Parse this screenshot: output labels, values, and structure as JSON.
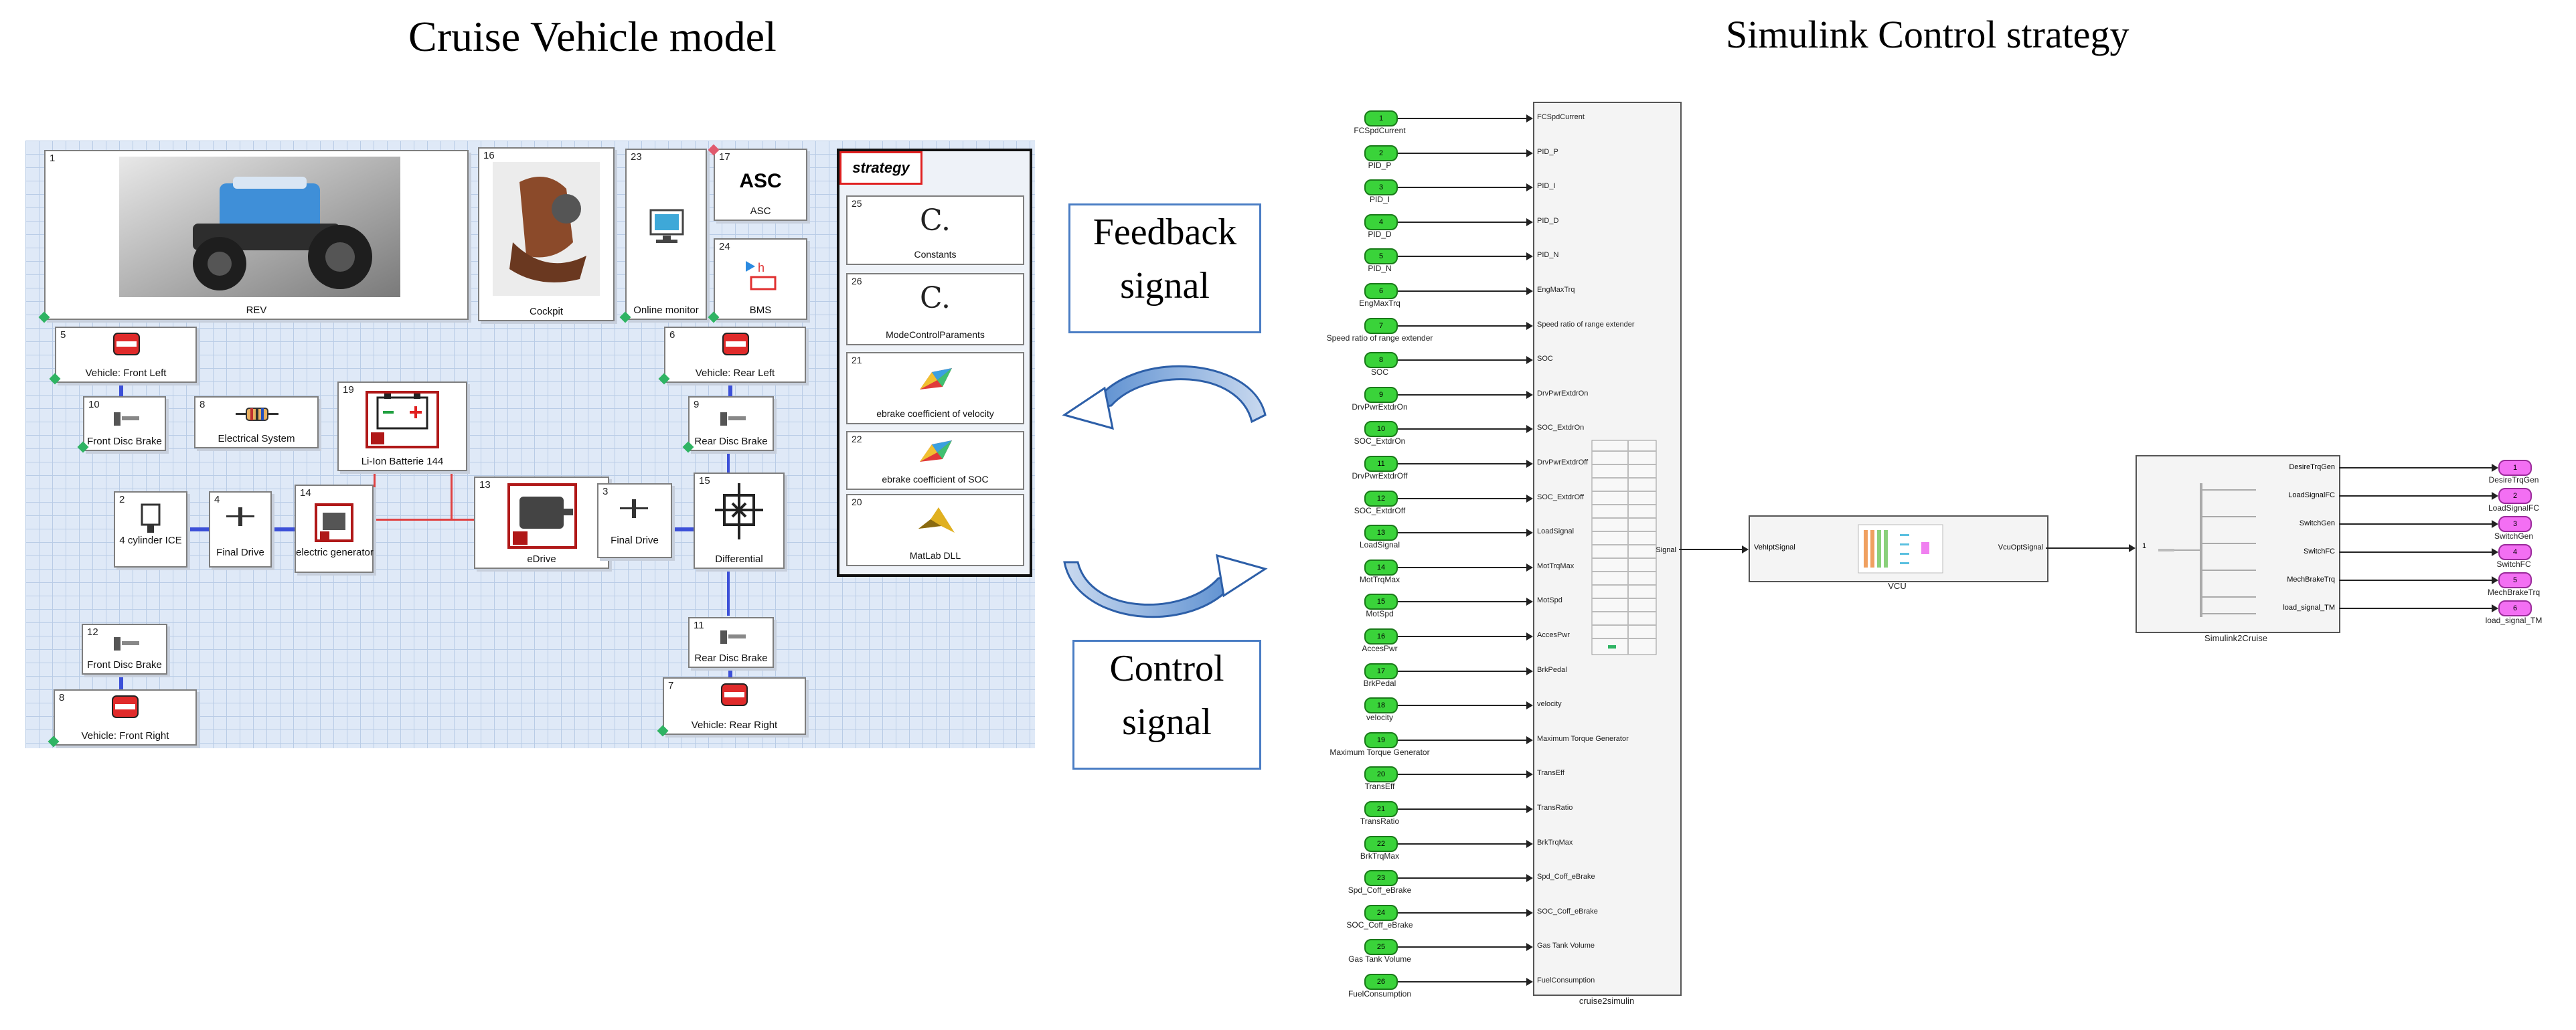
{
  "titles": {
    "left": "Cruise Vehicle model",
    "right": "Simulink Control strategy"
  },
  "cruise_blocks": [
    {
      "id": "rev",
      "num": "1",
      "label": "REV"
    },
    {
      "id": "cockpit",
      "num": "16",
      "label": "Cockpit"
    },
    {
      "id": "online-monitor",
      "num": "23",
      "label": "Online monitor"
    },
    {
      "id": "asc",
      "num": "17",
      "label": "ASC",
      "symbol": "ASC"
    },
    {
      "id": "bms",
      "num": "24",
      "label": "BMS"
    },
    {
      "id": "vehicle-front-left",
      "num": "5",
      "label": "Vehicle: Front Left"
    },
    {
      "id": "front-disc-brake-top",
      "num": "10",
      "label": "Front Disc Brake"
    },
    {
      "id": "electrical-system",
      "num": "8",
      "label": "Electrical System"
    },
    {
      "id": "li-ion-batterie",
      "num": "19",
      "label": "Li-Ion Batterie 144"
    },
    {
      "id": "vehicle-rear-left",
      "num": "6",
      "label": "Vehicle: Rear Left"
    },
    {
      "id": "rear-disc-brake-top",
      "num": "9",
      "label": "Rear Disc Brake"
    },
    {
      "id": "ice",
      "num": "2",
      "label": "4 cylinder ICE"
    },
    {
      "id": "final-drive-left",
      "num": "4",
      "label": "Final Drive"
    },
    {
      "id": "electric-generator",
      "num": "14",
      "label": "electric generator"
    },
    {
      "id": "edrive",
      "num": "13",
      "label": "eDrive"
    },
    {
      "id": "final-drive-right",
      "num": "3",
      "label": "Final Drive"
    },
    {
      "id": "differential",
      "num": "15",
      "label": "Differential"
    },
    {
      "id": "front-disc-brake-bottom",
      "num": "12",
      "label": "Front Disc Brake"
    },
    {
      "id": "vehicle-front-right",
      "num": "8",
      "label": "Vehicle: Front Right"
    },
    {
      "id": "rear-disc-brake-bottom",
      "num": "11",
      "label": "Rear Disc Brake"
    },
    {
      "id": "vehicle-rear-right",
      "num": "7",
      "label": "Vehicle: Rear Right"
    }
  ],
  "strategy": {
    "title": "strategy",
    "items": [
      {
        "num": "25",
        "label": "Constants",
        "symbol": "C."
      },
      {
        "num": "26",
        "label": "ModeControlParaments",
        "symbol": "C."
      },
      {
        "num": "21",
        "label": "ebrake coefficient of velocity"
      },
      {
        "num": "22",
        "label": "ebrake coefficient of SOC"
      },
      {
        "num": "20",
        "label": "MatLab DLL"
      }
    ]
  },
  "signals": {
    "feedback": [
      "Feedback",
      "signal"
    ],
    "control": [
      "Control",
      "signal"
    ]
  },
  "simulink": {
    "inports": [
      {
        "num": "1",
        "label": "FCSpdCurrent",
        "port": "FCSpdCurrent"
      },
      {
        "num": "2",
        "label": "PID_P",
        "port": "PID_P"
      },
      {
        "num": "3",
        "label": "PID_I",
        "port": "PID_I"
      },
      {
        "num": "4",
        "label": "PID_D",
        "port": "PID_D"
      },
      {
        "num": "5",
        "label": "PID_N",
        "port": "PID_N"
      },
      {
        "num": "6",
        "label": "EngMaxTrq",
        "port": "EngMaxTrq"
      },
      {
        "num": "7",
        "label": "Speed ratio of range extender",
        "port": "Speed ratio of range extender"
      },
      {
        "num": "8",
        "label": "SOC",
        "port": "SOC"
      },
      {
        "num": "9",
        "label": "DrvPwrExtdrOn",
        "port": "DrvPwrExtdrOn"
      },
      {
        "num": "10",
        "label": "SOC_ExtdrOn",
        "port": "SOC_ExtdrOn"
      },
      {
        "num": "11",
        "label": "DrvPwrExtdrOff",
        "port": "DrvPwrExtdrOff"
      },
      {
        "num": "12",
        "label": "SOC_ExtdrOff",
        "port": "SOC_ExtdrOff"
      },
      {
        "num": "13",
        "label": "LoadSignal",
        "port": "LoadSignal"
      },
      {
        "num": "14",
        "label": "MotTrqMax",
        "port": "MotTrqMax"
      },
      {
        "num": "15",
        "label": "MotSpd",
        "port": "MotSpd"
      },
      {
        "num": "16",
        "label": "AccesPwr",
        "port": "AccesPwr"
      },
      {
        "num": "17",
        "label": "BrkPedal",
        "port": "BrkPedal"
      },
      {
        "num": "18",
        "label": "velocity",
        "port": "velocity"
      },
      {
        "num": "19",
        "label": "Maximum Torque Generator",
        "port": "Maximum Torque Generator"
      },
      {
        "num": "20",
        "label": "TransEff",
        "port": "TransEff"
      },
      {
        "num": "21",
        "label": "TransRatio",
        "port": "TransRatio"
      },
      {
        "num": "22",
        "label": "BrkTrqMax",
        "port": "BrkTrqMax"
      },
      {
        "num": "23",
        "label": "Spd_Coff_eBrake",
        "port": "Spd_Coff_eBrake"
      },
      {
        "num": "24",
        "label": "SOC_Coff_eBrake",
        "port": "SOC_Coff_eBrake"
      },
      {
        "num": "25",
        "label": "Gas Tank Volume",
        "port": "Gas Tank Volume"
      },
      {
        "num": "26",
        "label": "FuelConsumption",
        "port": "FuelConsumption"
      }
    ],
    "cruise2simulin": {
      "name": "cruise2simulin",
      "out_port": "VehIptSignal"
    },
    "vcu": {
      "name": "VCU",
      "in_port": "VehIptSignal",
      "out_port": "VcuOptSignal"
    },
    "simulink2cruise": {
      "name": "Simulink2Cruise",
      "in_port": "1",
      "out_ports": [
        "DesireTrqGen",
        "LoadSignalFC",
        "SwitchGen",
        "SwitchFC",
        "MechBrakeTrq",
        "load_signal_TM"
      ]
    },
    "outports": [
      {
        "num": "1",
        "label": "DesireTrqGen"
      },
      {
        "num": "2",
        "label": "LoadSignalFC"
      },
      {
        "num": "3",
        "label": "SwitchGen"
      },
      {
        "num": "4",
        "label": "SwitchFC"
      },
      {
        "num": "5",
        "label": "MechBrakeTrq"
      },
      {
        "num": "6",
        "label": "load_signal_TM"
      }
    ]
  },
  "colors": {
    "grid_bg": "#dfe9f7",
    "signal_box_border": "#4a7dc4",
    "arrow": "#4a7dc4",
    "inport": "#3ad33a",
    "outport": "#f36ff3",
    "strategy_title_border": "#e02020"
  }
}
